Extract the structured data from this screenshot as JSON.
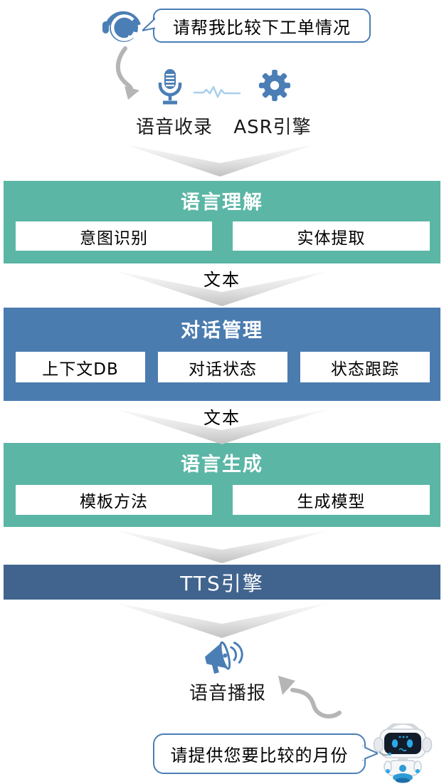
{
  "colors": {
    "teal": "#5BB6A5",
    "steel_blue": "#4B7CB0",
    "navy_blue": "#41648E",
    "icon_blue": "#4A7EB5",
    "wave_blue": "#A8CFEA",
    "arrow_gray": "#B5B5B5"
  },
  "user_query": {
    "bubble_text": "请帮我比较下工单情况",
    "icon": "headset-agent-icon"
  },
  "speech_capture": {
    "mic_icon": "microphone-icon",
    "wave_icon": "waveform-icon",
    "gear_icon": "gear-icon",
    "voice_label": "语音收录",
    "asr_label": "ASR引擎"
  },
  "pipeline": {
    "blocks": [
      {
        "title": "语言理解",
        "items": [
          "意图识别",
          "实体提取"
        ]
      },
      {
        "title": "对话管理",
        "items": [
          "上下文DB",
          "对话状态",
          "状态跟踪"
        ]
      },
      {
        "title": "语言生成",
        "items": [
          "模板方法",
          "生成模型"
        ]
      },
      {
        "title": "TTS引擎",
        "items": []
      }
    ],
    "connectors": [
      {
        "label": "文本"
      },
      {
        "label": "文本"
      }
    ]
  },
  "voice_output": {
    "speaker_icon": "megaphone-icon",
    "broadcast_label": "语音播报",
    "bubble_text": "请提供您要比较的月份",
    "robot_icon": "robot-assistant-icon"
  }
}
